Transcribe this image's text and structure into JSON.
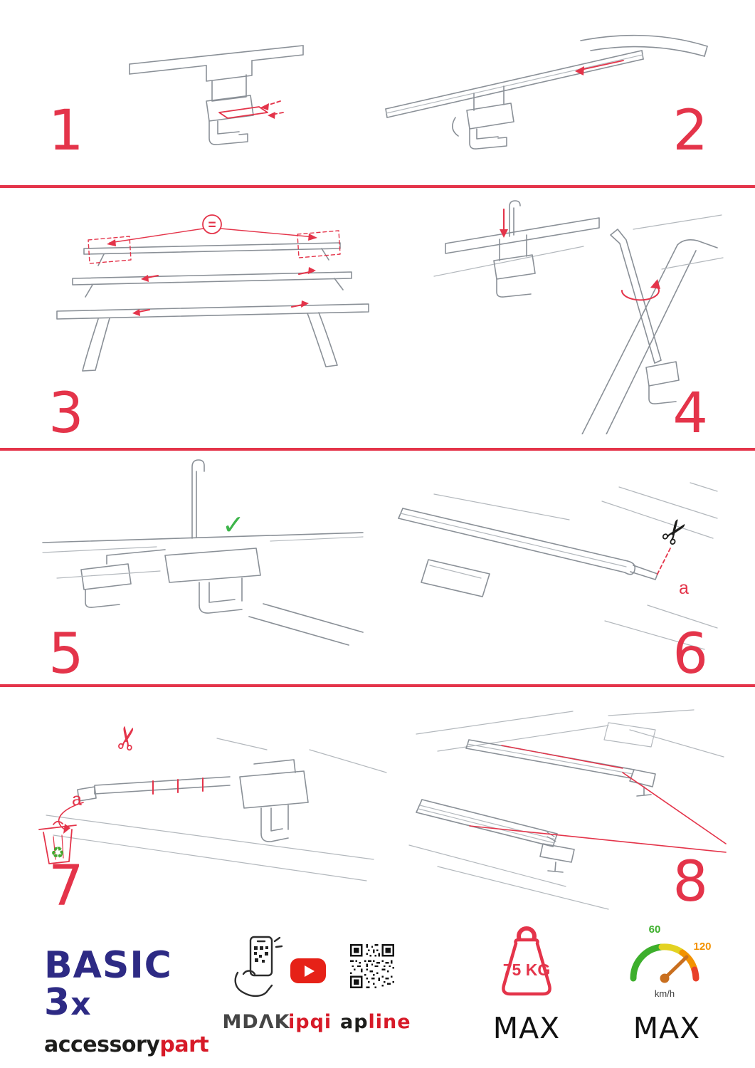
{
  "page": {
    "accent": "#e4344a",
    "brand_blue": "#2d2a84",
    "brand_red": "#d71a28",
    "youtube_red": "#e62117",
    "green": "#3daf3c"
  },
  "steps": [
    {
      "number": "1"
    },
    {
      "number": "2"
    },
    {
      "number": "3",
      "equal_sign": "="
    },
    {
      "number": "4"
    },
    {
      "number": "5"
    },
    {
      "number": "6",
      "part_label": "a"
    },
    {
      "number": "7",
      "part_label": "a"
    },
    {
      "number": "8"
    }
  ],
  "icons": {
    "scissors": "✂",
    "check": "✓",
    "recycle": "♻"
  },
  "footer": {
    "product_name": "BASIC 3",
    "product_suffix": "x",
    "brand_prefix": "accessory",
    "brand_suffix": "part",
    "app_label": "MDΛK",
    "video_label": "ipqi",
    "qr_label_prefix": "ap",
    "qr_label_suffix": "line",
    "weight_limit": "75 KG",
    "weight_max": "MAX",
    "speed_low": "60",
    "speed_high": "120",
    "speed_unit": "km/h",
    "speed_max": "MAX"
  }
}
